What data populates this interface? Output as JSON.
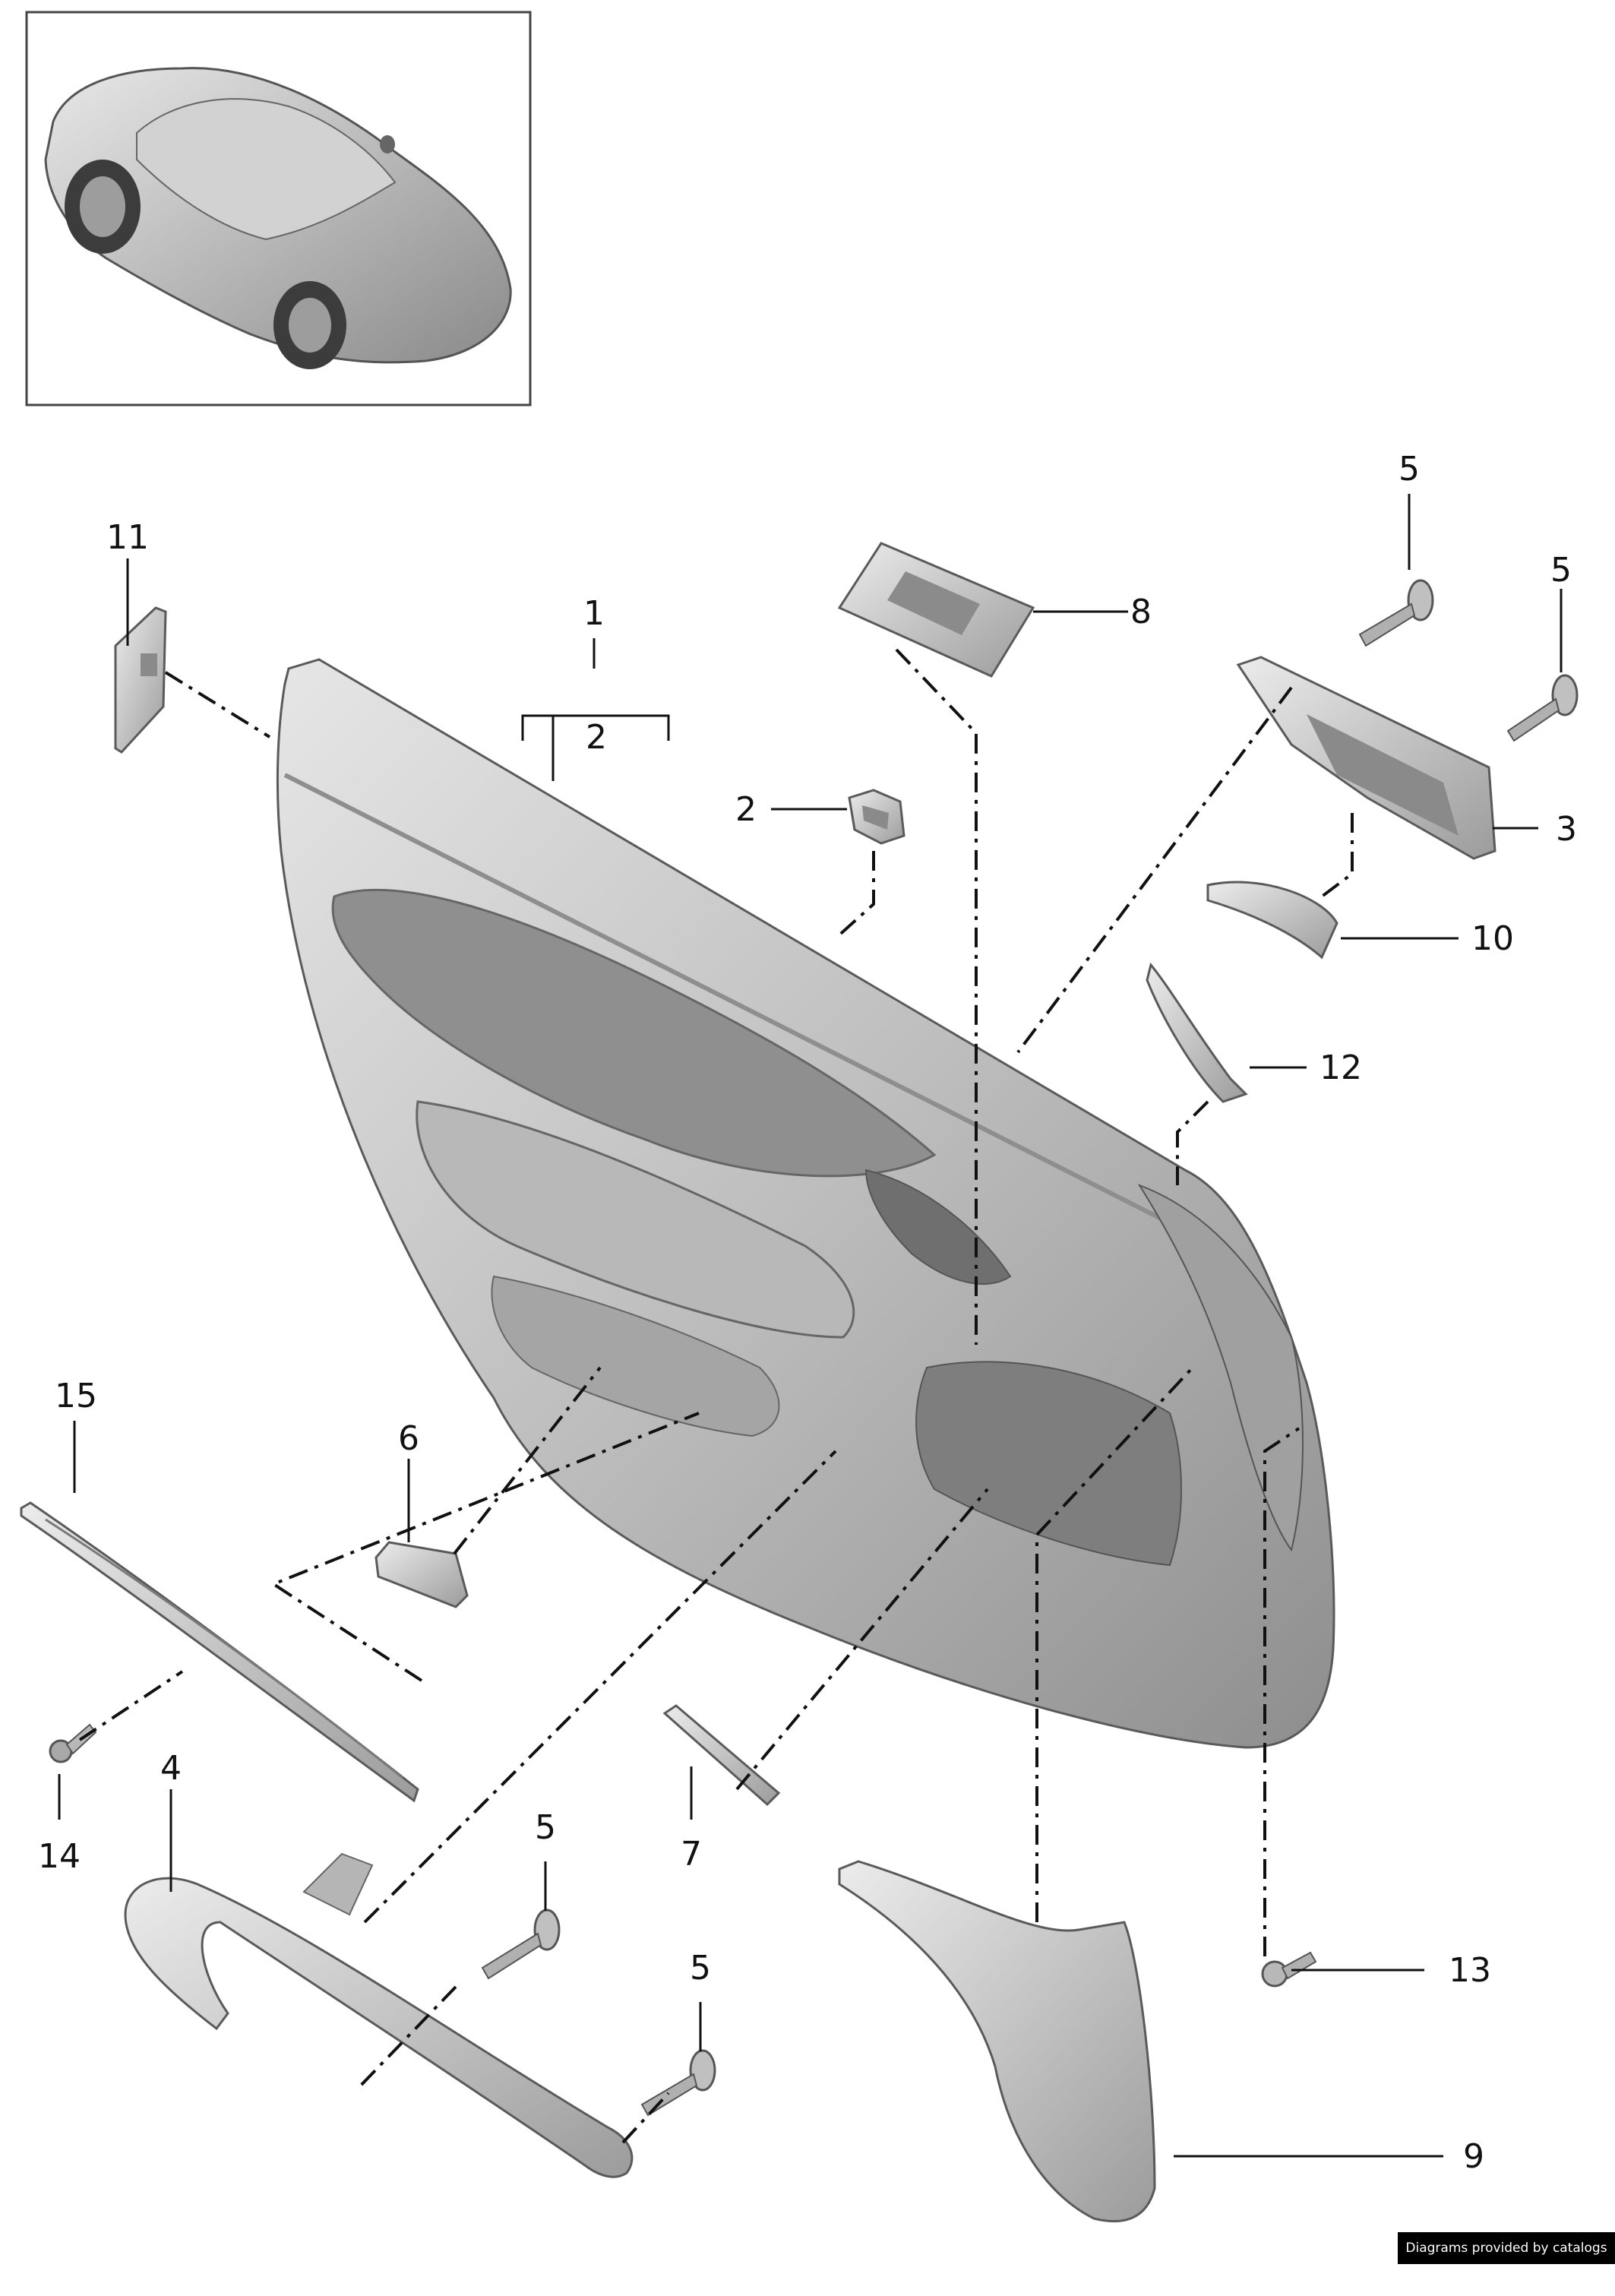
{
  "callouts": {
    "c1": "1",
    "c2a": "2",
    "c2b": "2",
    "c3": "3",
    "c4": "4",
    "c5a": "5",
    "c5b": "5",
    "c5c": "5",
    "c5d": "5",
    "c6": "6",
    "c7": "7",
    "c8": "8",
    "c9": "9",
    "c10": "10",
    "c11": "11",
    "c12": "12",
    "c13": "13",
    "c14": "14",
    "c15": "15"
  },
  "credit": "Diagrams provided by catalogs parts",
  "colors": {
    "part_fill": "#c9c9c9",
    "part_dark": "#9a9a9a",
    "line": "#111111"
  }
}
